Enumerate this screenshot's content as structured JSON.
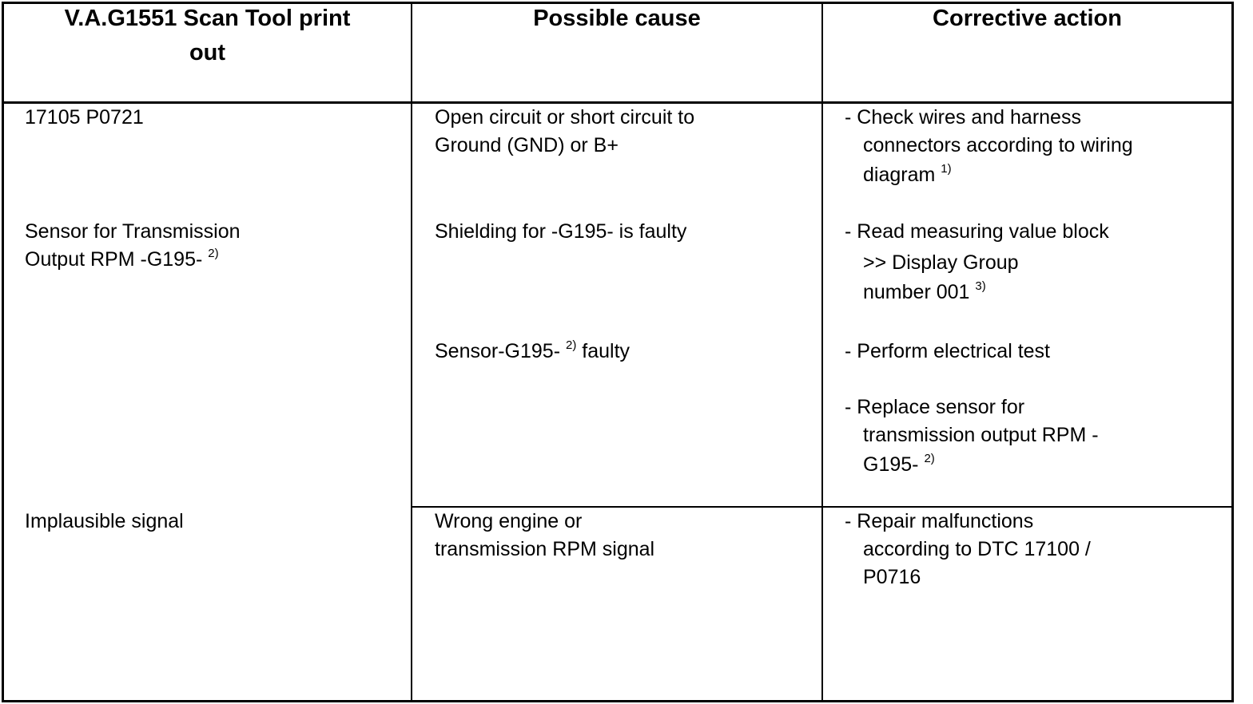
{
  "table": {
    "headers": {
      "col1": [
        "V.A.G1551 Scan Tool print",
        "out"
      ],
      "col2": "Possible cause",
      "col3": "Corrective action"
    },
    "col1": {
      "code": "17105 P0721",
      "sensor_line1": "Sensor for Transmission",
      "sensor_line2": "Output RPM -G195-",
      "sensor_note": "2)",
      "implausible": "Implausible signal"
    },
    "col2": {
      "cause1_line1": "Open circuit or short circuit to",
      "cause1_line2": "Ground (GND) or B+",
      "cause2": "Shielding for -G195- is faulty",
      "cause3_pre": "Sensor-G195-",
      "cause3_note": "2)",
      "cause3_post": " faulty",
      "cause4_line1": "Wrong engine or",
      "cause4_line2": "transmission RPM signal"
    },
    "col3": {
      "a1_line1": "- Check wires and harness",
      "a1_line2": "connectors according to wiring",
      "a1_line3": "diagram",
      "a1_note": "1)",
      "a2_line1": "- Read measuring value block",
      "a2_line2": ">> Display Group",
      "a2_line3": "number 001",
      "a2_note": "3)",
      "a3": "- Perform electrical test",
      "a4_line1": "- Replace sensor for",
      "a4_line2": "transmission output RPM -",
      "a4_line3": "G195-",
      "a4_note": "2)",
      "a5_line1": "- Repair malfunctions",
      "a5_line2": "according to DTC 17100 /",
      "a5_line3": "P0716"
    }
  }
}
